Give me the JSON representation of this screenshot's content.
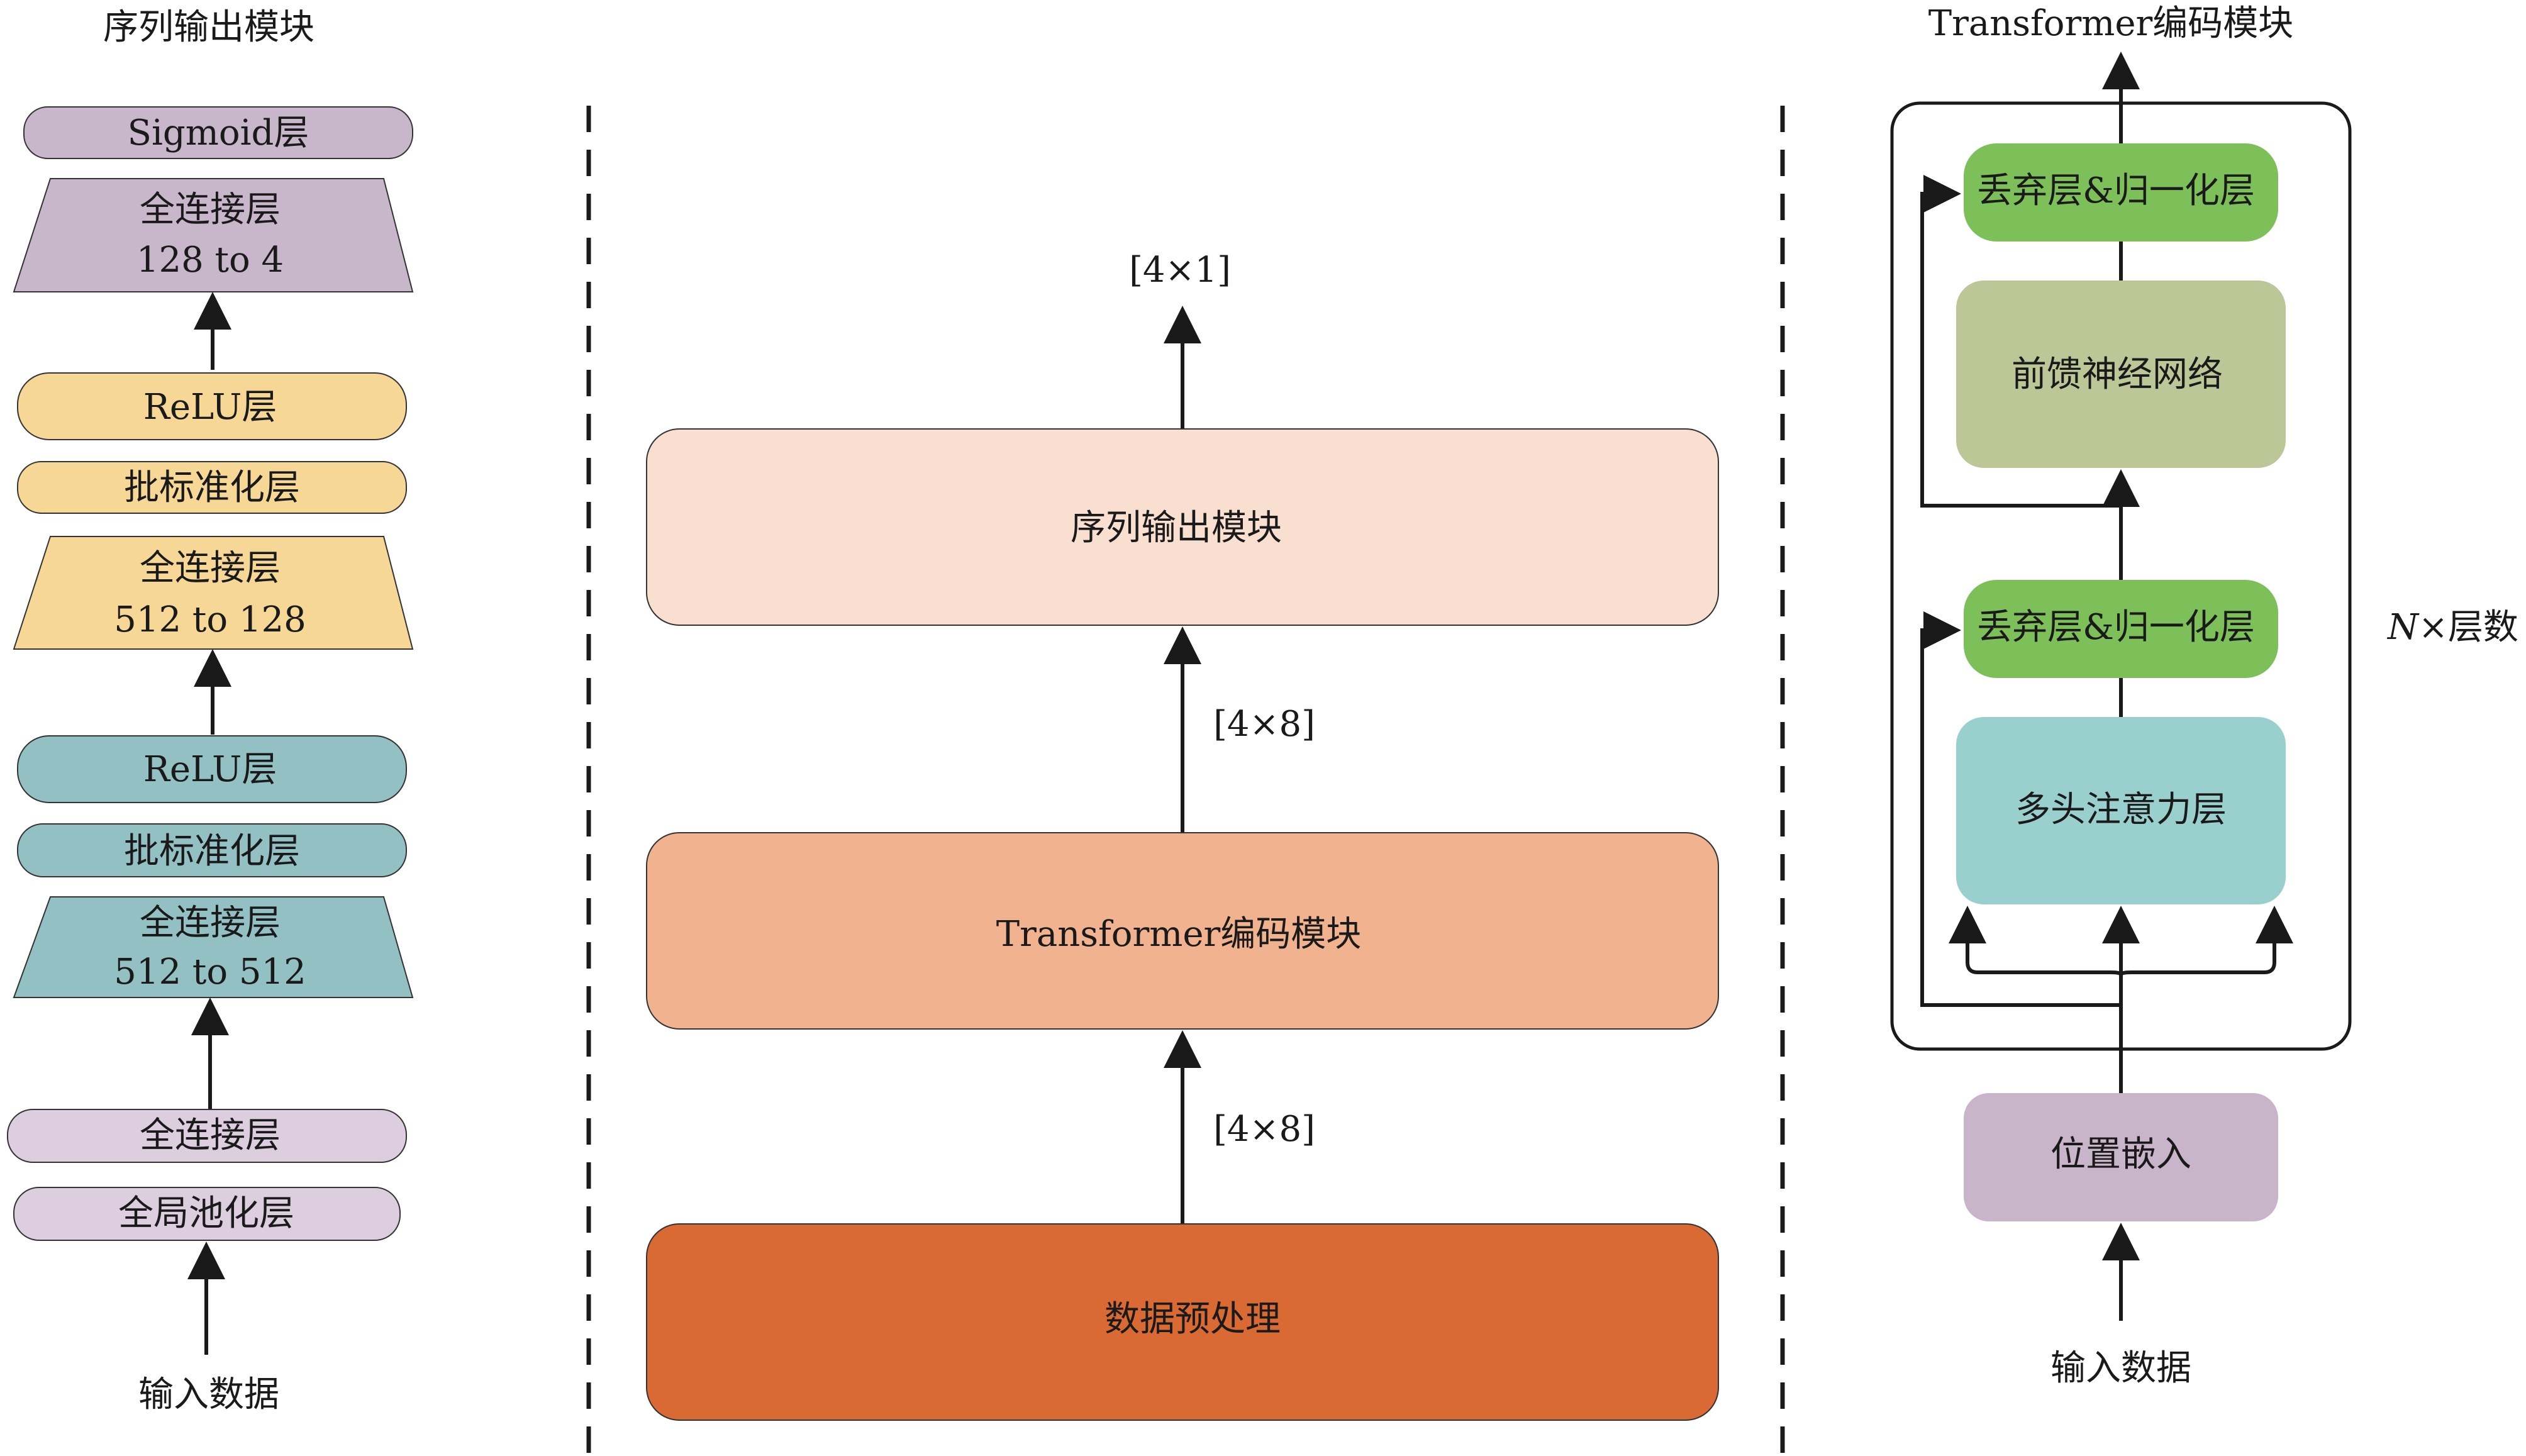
{
  "left_panel": {
    "title": "序列输出模块",
    "sigmoid_label": "Sigmoid层",
    "fc_out_line1": "全连接层",
    "fc_out_line2": "128 to 4",
    "relu2_label": "ReLU层",
    "bn2_label": "批标准化层",
    "fc2_line1": "全连接层",
    "fc2_line2": "512 to 128",
    "relu1_label": "ReLU层",
    "bn1_label": "批标准化层",
    "fc1_line1": "全连接层",
    "fc1_line2": "512 to 512",
    "fc0_label": "全连接层",
    "pool_label": "全局池化层",
    "input_label": "输入数据"
  },
  "middle_panel": {
    "output_shape": "[4×1]",
    "seq_output_label": "序列输出模块",
    "shape_upper": "[4×8]",
    "transformer_label": "Transformer编码模块",
    "shape_lower": "[4×8]",
    "preprocess_label": "数据预处理"
  },
  "right_panel": {
    "title": "Transformer编码模块",
    "dropout_norm_top": "丢弃层&归一化层",
    "ffn_label": "前馈神经网络",
    "dropout_norm_bottom": "丢弃层&归一化层",
    "attention_label": "多头注意力层",
    "positional_label": "位置嵌入",
    "input_label": "输入数据",
    "repeat_prefix": "N",
    "repeat_suffix": "×层数"
  },
  "colors": {
    "purple_dark": "#c8b6cb",
    "purple_light": "#dccddf",
    "yellow": "#f6d795",
    "teal_dark": "#93c1c3",
    "peach_light": "#f8dfcf",
    "salmon": "#f1b38f",
    "orange": "#d96a33",
    "green": "#7dbf58",
    "sage": "#bcc696",
    "cyan": "#99d0cd",
    "mauve": "#c9b5c9"
  }
}
